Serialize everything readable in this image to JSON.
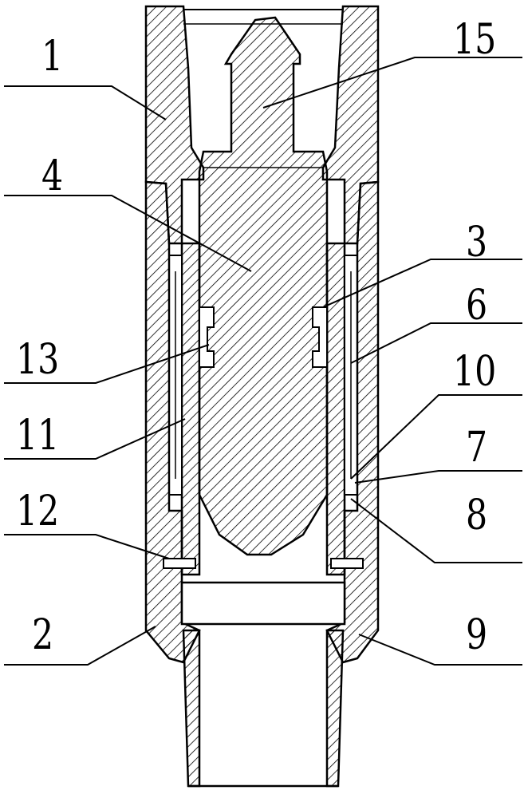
{
  "labels": {
    "l1": "1",
    "l2": "2",
    "l3": "3",
    "l4": "4",
    "l6": "6",
    "l7": "7",
    "l8": "8",
    "l9": "9",
    "l10": "10",
    "l11": "11",
    "l12": "12",
    "l13": "13",
    "l15": "15"
  },
  "colors": {
    "line": "#000000",
    "background": "#ffffff"
  }
}
